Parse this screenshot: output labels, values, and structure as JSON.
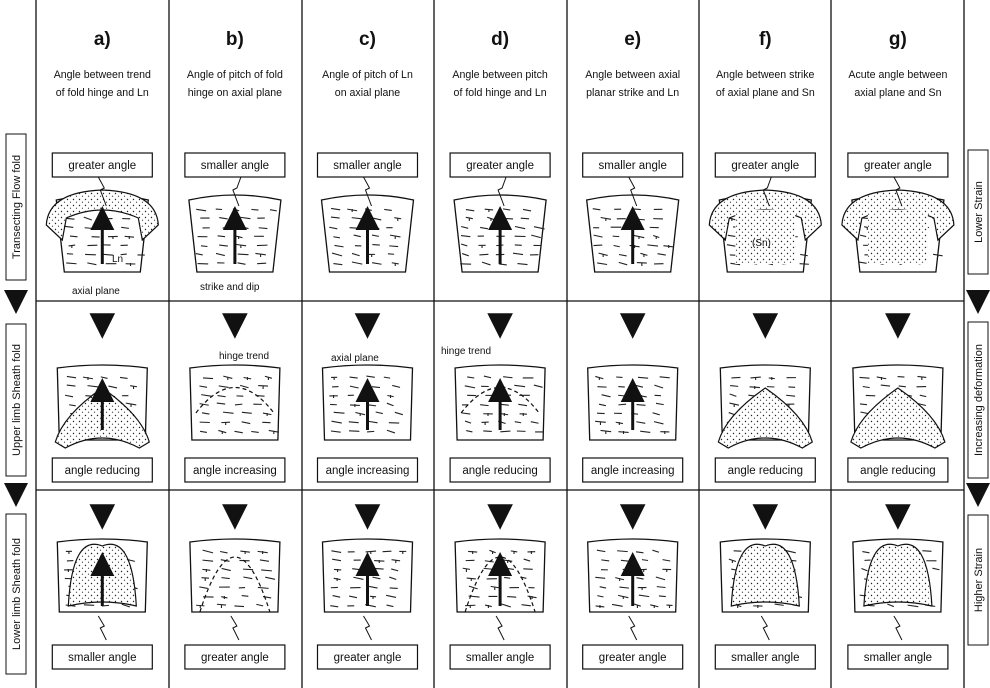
{
  "columns": [
    {
      "letter": "a)",
      "desc1": "Angle between trend",
      "desc2": "of fold hinge and Ln",
      "top": "greater angle",
      "middle": "angle reducing",
      "bottom": "smaller angle"
    },
    {
      "letter": "b)",
      "desc1": "Angle of pitch of fold",
      "desc2": "hinge on axial plane",
      "top": "smaller angle",
      "middle": "angle increasing",
      "bottom": "greater angle"
    },
    {
      "letter": "c)",
      "desc1": "Angle of pitch of Ln",
      "desc2": "on axial plane",
      "top": "smaller angle",
      "middle": "angle increasing",
      "bottom": "greater angle"
    },
    {
      "letter": "d)",
      "desc1": "Angle between pitch",
      "desc2": "of fold hinge and Ln",
      "top": "greater angle",
      "middle": "angle reducing",
      "bottom": "smaller angle"
    },
    {
      "letter": "e)",
      "desc1": "Angle between axial",
      "desc2": "planar strike and Ln",
      "top": "smaller angle",
      "middle": "angle increasing",
      "bottom": "greater angle"
    },
    {
      "letter": "f)",
      "desc1": "Angle between strike",
      "desc2": "of axial plane and Sn",
      "top": "greater angle",
      "middle": "angle reducing",
      "bottom": "smaller angle"
    },
    {
      "letter": "g)",
      "desc1": "Acute angle between",
      "desc2": "axial plane and Sn",
      "top": "greater angle",
      "middle": "angle reducing",
      "bottom": "smaller angle"
    }
  ],
  "rows": [
    {
      "label": "Transecting Flow fold"
    },
    {
      "label": "Upper limb Sheath fold"
    },
    {
      "label": "Lower limb Sheath fold"
    }
  ],
  "right_labels": {
    "top": "Lower Strain",
    "middle": "Increasing deformation",
    "bottom": "Higher Strain"
  },
  "annotations": {
    "ln": "Ln",
    "axial_plane": "axial plane",
    "strike_dip": "strike and dip",
    "hinge_trend_b": "hinge trend",
    "axial_plane_c": "axial plane",
    "hinge_trend_d": "hinge trend",
    "sn": "(Sn)"
  }
}
